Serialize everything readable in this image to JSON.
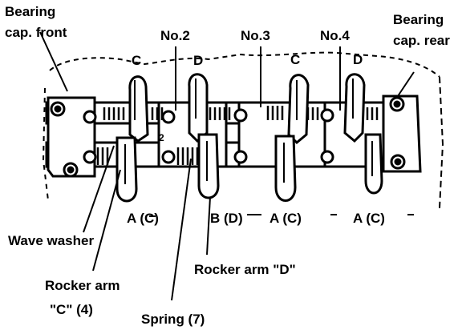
{
  "diagram": {
    "labels": {
      "bearing_cap_front_line1": "Bearing",
      "bearing_cap_front_line2": "cap. front",
      "bearing_cap_rear_line1": "Bearing",
      "bearing_cap_rear_line2": "cap. rear",
      "no2": "No.2",
      "no3": "No.3",
      "no4": "No.4",
      "top_c1": "C",
      "top_d1": "D",
      "top_c2": "C",
      "top_d2": "D",
      "bottom_a1": "A (C)",
      "bottom_b": "B (D)",
      "bottom_a2": "A (C)",
      "bottom_a3": "A (C)",
      "wave_washer": "Wave washer",
      "rocker_arm_c_line1": "Rocker arm",
      "rocker_arm_c_line2": "\"C\" (4)",
      "rocker_arm_d": "Rocker arm \"D\"",
      "spring": "Spring (7)",
      "small_num": "2"
    }
  }
}
